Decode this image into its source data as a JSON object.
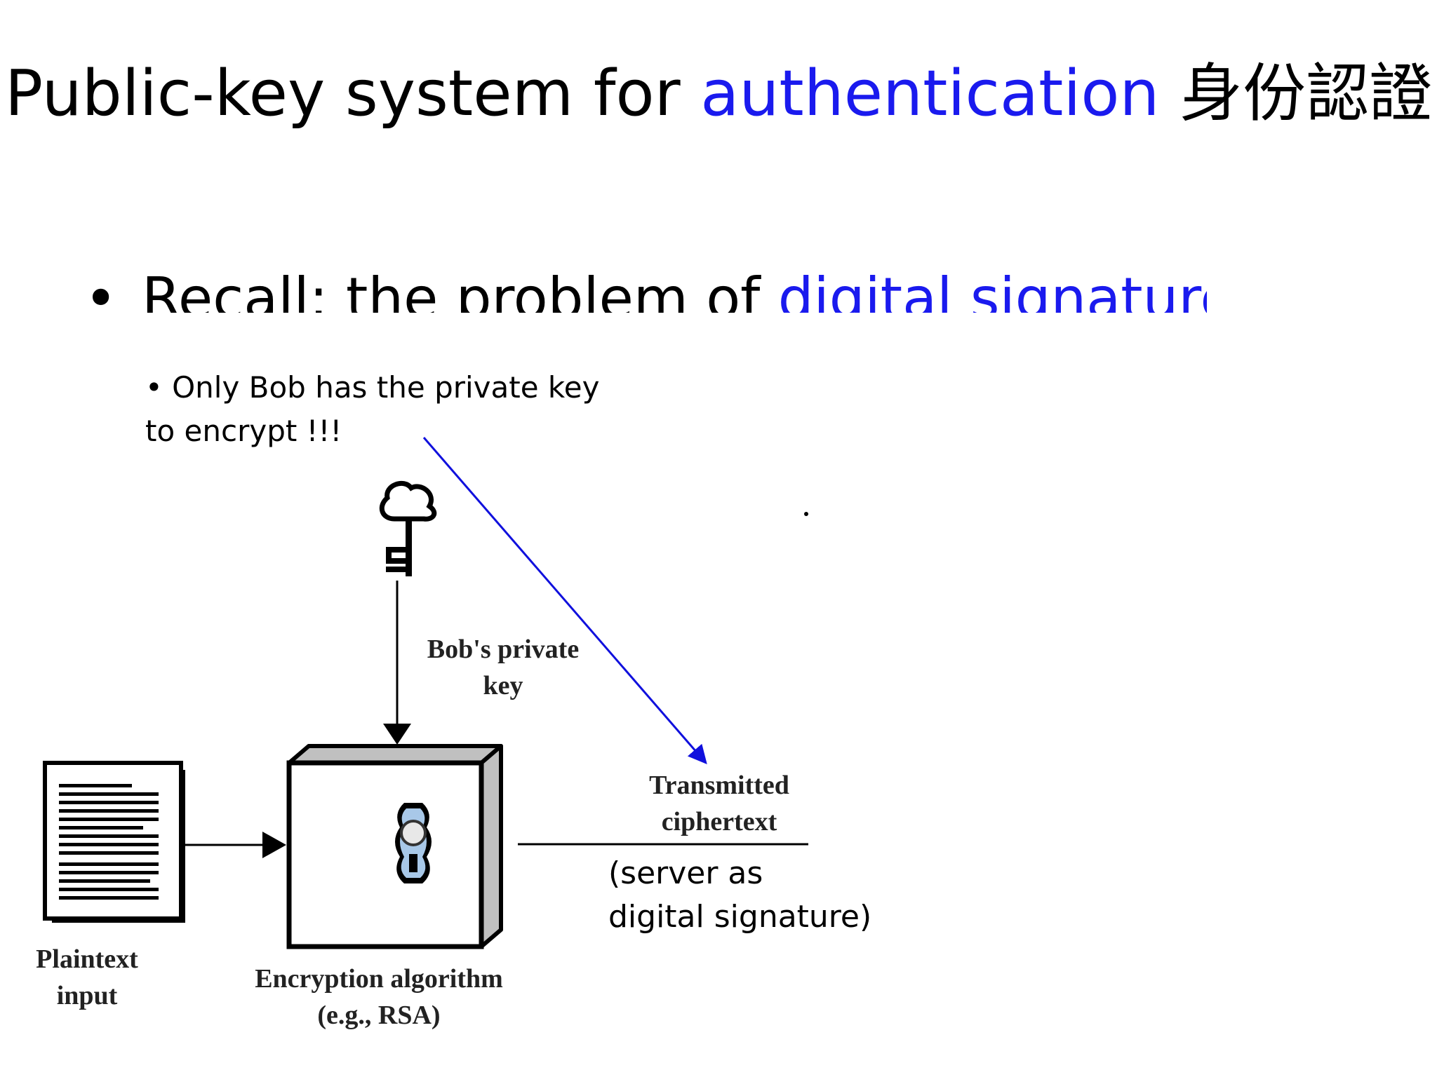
{
  "title": {
    "prefix": "Public-key system for ",
    "highlight": "authentication",
    "suffix": " 身份認證"
  },
  "bullet": {
    "prefix": "Recall: the problem of ",
    "highlight": "digital signature"
  },
  "note": {
    "line1": "• Only Bob has the private key",
    "line2": "to encrypt !!!"
  },
  "diagram": {
    "key_label_line1": "Bob's private",
    "key_label_line2": "key",
    "transmitted_line1": "Transmitted",
    "transmitted_line2": "ciphertext",
    "plaintext_line1": "Plaintext",
    "plaintext_line2": "input",
    "encryption_line1": "Encryption algorithm",
    "encryption_line2": "(e.g., RSA)"
  },
  "caption": {
    "line1": "(server as",
    "line2": "digital signature)"
  },
  "colors": {
    "accent": "#1a1aee",
    "box_side": "#c0c0c0",
    "lock_body": "#a8c8e8",
    "annotation_arrow": "#1010dd"
  }
}
